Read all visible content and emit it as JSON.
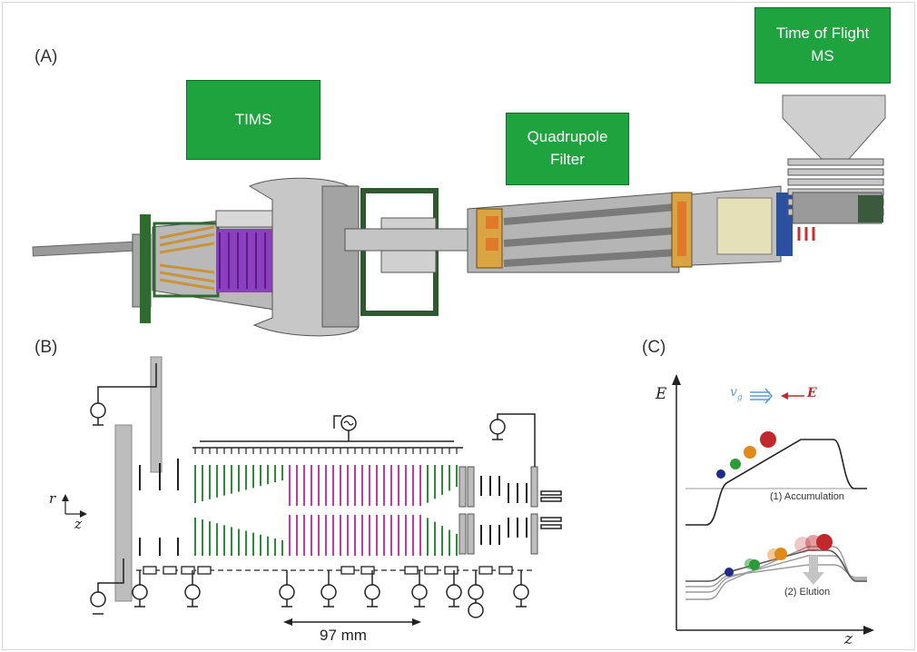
{
  "panels": {
    "a": "(A)",
    "b": "(B)",
    "c": "(C)"
  },
  "panel_a": {
    "tims_label": "TIMS",
    "quad_label_line1": "Quadrupole",
    "quad_label_line2": "Filter",
    "tof_label_line1": "Time of Flight",
    "tof_label_line2": "MS"
  },
  "panel_b": {
    "axis_r": "r",
    "axis_z": "z",
    "scale_label": "97 mm",
    "colors": {
      "funnel": "#2e8b3a",
      "tunnel": "#c23aa8",
      "plate": "#bdbdbd"
    }
  },
  "panel_c": {
    "axis_e": "E",
    "axis_z": "z",
    "vg": "v",
    "vg_sub": "g",
    "field": "E",
    "accumulation": "(1) Accumulation",
    "elution": "(2) Elution",
    "colors": {
      "vg": "#5b9bd5",
      "field": "#c0282d"
    }
  }
}
